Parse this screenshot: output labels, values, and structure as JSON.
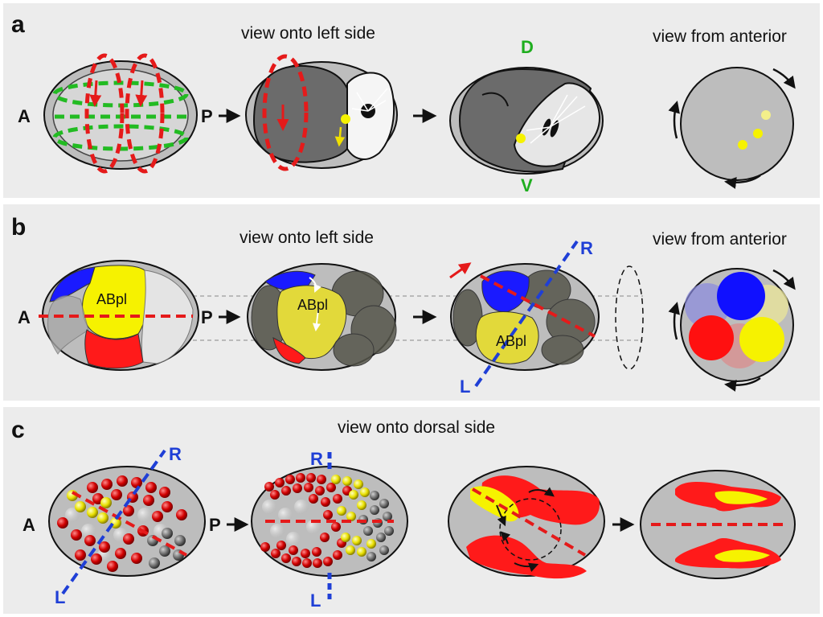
{
  "panels": [
    {
      "letter": "a",
      "heading_left": "view onto left side",
      "heading_right": "view from anterior",
      "anterior": "A",
      "posterior": "P",
      "dorsal": "D",
      "ventral": "V"
    },
    {
      "letter": "b",
      "heading_left": "view onto left side",
      "heading_right": "view from anterior",
      "anterior": "A",
      "posterior": "P",
      "cell_1": "ABpl",
      "cell_2": "ABpl",
      "cell_3": "ABpl",
      "right": "R",
      "left": "L"
    },
    {
      "letter": "c",
      "heading": "view onto dorsal side",
      "anterior": "A",
      "posterior": "P",
      "right_1": "R",
      "left_1": "L",
      "right_2": "R",
      "left_2": "L"
    }
  ],
  "colors": {
    "panel_bg": "#ececec",
    "egg_outer": "#b9b9b9",
    "cell_dark": "#6a6a6a",
    "green_dash": "#22bb22",
    "red_dash": "#e51a1a",
    "blue_dash": "#1f3fd6",
    "yellow": "#f6f200",
    "red": "#ff1a1a",
    "blue": "#1a1aff",
    "dorsal_ventral": "#1fae1f",
    "axis_blue": "#1f3fd6"
  }
}
